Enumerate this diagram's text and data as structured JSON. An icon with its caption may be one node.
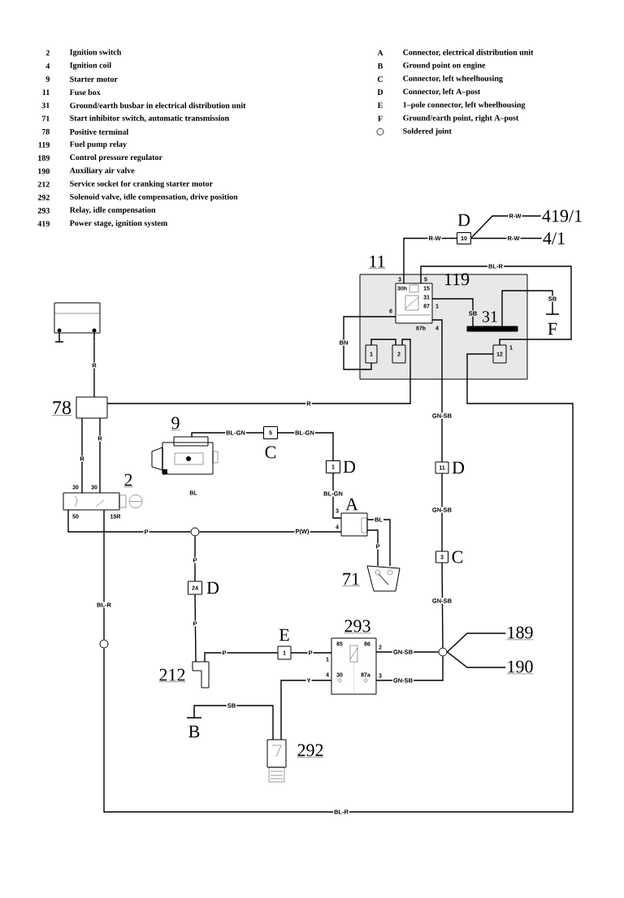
{
  "diagram": {
    "nodes": [
      {
        "text": [],
        "shape": "picture"
      },
      {
        "text": [
          "78"
        ]
      },
      {
        "text": [
          "2"
        ]
      },
      {
        "text": [
          "9"
        ]
      },
      {
        "text": [
          "5",
          "C"
        ]
      },
      {
        "text": [
          "1",
          "D"
        ]
      },
      {
        "text": [
          "A"
        ]
      },
      {
        "text": [
          "71"
        ]
      },
      {
        "text": [],
        "shape": "circle"
      },
      {
        "text": [
          "24",
          "D"
        ]
      },
      {
        "text": [
          "212"
        ]
      },
      {
        "text": [
          "E",
          "1"
        ]
      },
      {
        "text": [
          "293"
        ]
      },
      {
        "text": [],
        "shape": "circle"
      },
      {
        "text": [
          "189"
        ]
      },
      {
        "text": [
          "190"
        ]
      },
      {
        "text": [
          "B"
        ]
      },
      {
        "text": [
          "292"
        ]
      },
      {
        "text": [
          "11",
          "D"
        ]
      },
      {
        "text": [
          "3",
          "C"
        ]
      },
      {
        "text": [
          "11"
        ]
      },
      {
        "text": [
          "119"
        ],
        "in": 20
      },
      {
        "text": [
          "31"
        ],
        "in": 20
      },
      {
        "text": [
          "1"
        ],
        "in": 20
      },
      {
        "text": [
          "2"
        ],
        "in": 20
      },
      {
        "text": [
          "12"
        ],
        "in": 20
      },
      {
        "text": [
          "F"
        ]
      },
      {
        "text": [
          "D",
          "10"
        ]
      },
      {
        "text": [
          "419/1"
        ]
      },
      {
        "text": [
          "4/1"
        ]
      },
      {
        "text": [],
        "shape": "circle"
      }
    ],
    "edges": [
      {
        "from": 0,
        "to": 1,
        "arrow": "none",
        "label": "R"
      },
      {
        "from": 1,
        "to": 2,
        "arrow": "none",
        "label": "R"
      },
      {
        "from": 1,
        "to": 2,
        "arrow": "none",
        "label": "R"
      },
      {
        "from": 1,
        "to": 24,
        "arrow": "none",
        "label": "R"
      },
      {
        "from": 2,
        "to": 8,
        "arrow": "none",
        "label": "P"
      },
      {
        "from": 2,
        "to": 30,
        "arrow": "none",
        "label": "BL-R"
      },
      {
        "from": 3,
        "to": 4,
        "arrow": "none",
        "label": "BL-GN"
      },
      {
        "from": 4,
        "to": 5,
        "arrow": "none",
        "label": "BL-GN"
      },
      {
        "from": 5,
        "to": 6,
        "arrow": "none",
        "label": "BL-GN"
      },
      {
        "from": 8,
        "to": 6,
        "arrow": "none",
        "label": "P(W)"
      },
      {
        "from": 6,
        "to": 7,
        "arrow": "none",
        "label": "BL"
      },
      {
        "from": 6,
        "to": 7,
        "arrow": "none",
        "label": "P"
      },
      {
        "from": 8,
        "to": 9,
        "arrow": "none",
        "label": "P"
      },
      {
        "from": 9,
        "to": 10,
        "arrow": "none",
        "label": "P"
      },
      {
        "from": 10,
        "to": 11,
        "arrow": "none",
        "label": "P"
      },
      {
        "from": 11,
        "to": 12,
        "arrow": "none",
        "label": "P"
      },
      {
        "from": 16,
        "to": 17,
        "arrow": "none",
        "label": "SB"
      },
      {
        "from": 17,
        "to": 12,
        "arrow": "none",
        "label": "Y"
      },
      {
        "from": 13,
        "to": 12,
        "arrow": "none",
        "label": "GN-SB"
      },
      {
        "from": 13,
        "to": 12,
        "arrow": "none",
        "label": "GN-SB"
      },
      {
        "from": 13,
        "to": 14,
        "arrow": "none"
      },
      {
        "from": 13,
        "to": 15,
        "arrow": "none"
      },
      {
        "from": 21,
        "to": 18,
        "arrow": "none",
        "label": "GN-SB"
      },
      {
        "from": 18,
        "to": 19,
        "arrow": "none",
        "label": "GN-SB"
      },
      {
        "from": 19,
        "to": 13,
        "arrow": "none",
        "label": "GN-SB"
      },
      {
        "from": 21,
        "to": 27,
        "arrow": "none",
        "label": "R-W"
      },
      {
        "from": 27,
        "to": 28,
        "arrow": "none",
        "label": "R-W"
      },
      {
        "from": 27,
        "to": 29,
        "arrow": "none",
        "label": "R-W"
      },
      {
        "from": 21,
        "to": 23,
        "arrow": "none",
        "label": "BN"
      },
      {
        "from": 21,
        "to": 22,
        "arrow": "none",
        "label": "SB"
      },
      {
        "from": 22,
        "to": 26,
        "arrow": "none",
        "label": "SB"
      },
      {
        "from": 21,
        "to": 25,
        "arrow": "none",
        "label": "BL-R"
      },
      {
        "from": 25,
        "to": 30,
        "arrow": "none",
        "label": "BL-R"
      },
      {
        "from": 23,
        "to": 24,
        "arrow": "none"
      }
    ],
    "labels": [
      "2",
      "Ignition switch",
      "4",
      "Ignition coil",
      "9",
      "Starter motor",
      "11",
      "Fuse box",
      "31",
      "Ground/earth busbar in electrical distribution unit",
      "71",
      "Start inhibitor switch, automatic transmission",
      "78",
      "Positive terminal",
      "119",
      "Fuel pump relay",
      "189",
      "Control pressure regulator",
      "190",
      "Auxiliary air valve",
      "212",
      "Service socket for cranking starter motor",
      "292",
      "Solenoid valve, idle compensation, drive position",
      "293",
      "Relay, idle compensation",
      "419",
      "Power stage, ignition system",
      "A",
      "Connector, electrical distribution unit",
      "B",
      "Ground point on engine",
      "C",
      "Connector, left wheelhousing",
      "D",
      "Connector, left A–post",
      "E",
      "1–pole connector, left wheelhousing",
      "F",
      "Ground/earth point, right A–post",
      "Soldered joint",
      "30",
      "30",
      "50",
      "15R",
      "3",
      "5",
      "30h",
      "15",
      "31",
      "87",
      "1",
      "6",
      "87b",
      "4",
      "3",
      "4",
      "1",
      "85",
      "86",
      "2",
      "1",
      "4",
      "30",
      "87a",
      "3",
      "BL"
    ]
  }
}
